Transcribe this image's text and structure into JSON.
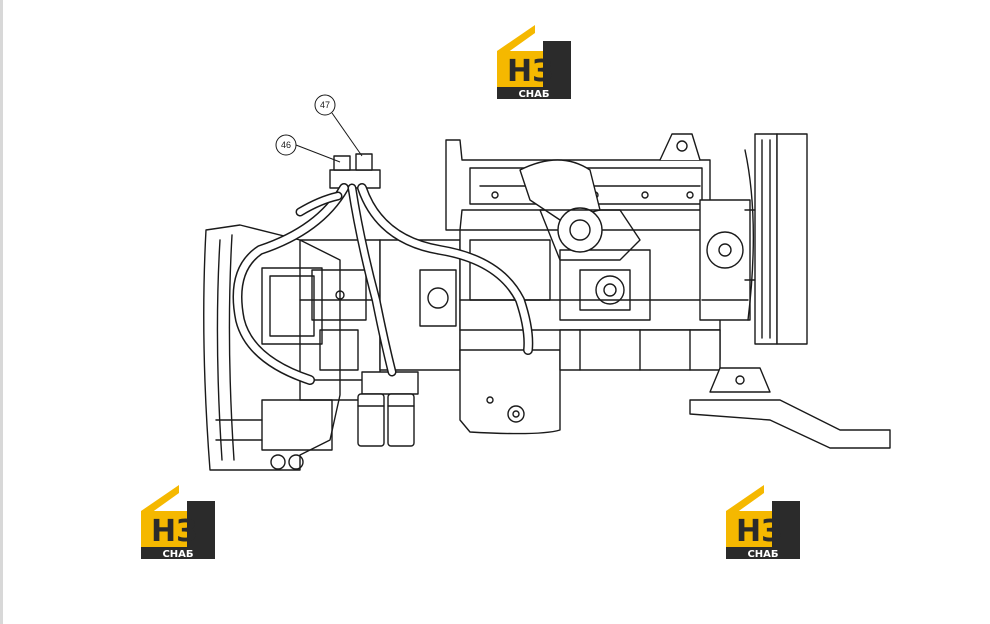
{
  "logos": [
    {
      "mark": "НЗ",
      "caption": "СНАБ"
    },
    {
      "mark": "НЗ",
      "caption": "СНАБ"
    },
    {
      "mark": "НЗ",
      "caption": "СНАБ"
    }
  ],
  "callouts": [
    {
      "label": "46"
    },
    {
      "label": "47"
    }
  ],
  "colors": {
    "logo_yellow": "#F5B800",
    "logo_dark": "#2B2B2B",
    "line": "#1a1a1a",
    "hose": "#ffffff"
  }
}
